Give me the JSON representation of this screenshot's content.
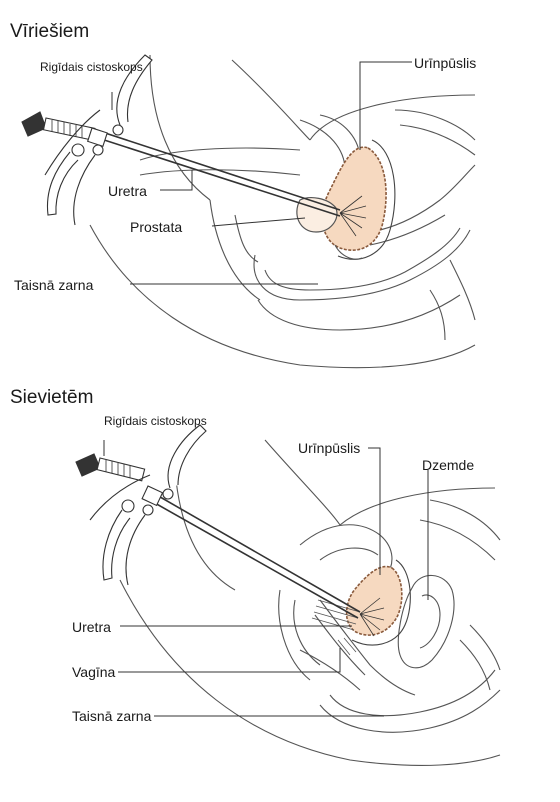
{
  "male": {
    "title": "Vīriešiem",
    "cystoscope_label": "Rigīdais cistoskops",
    "bladder": "Urīnpūslis",
    "urethra": "Uretra",
    "prostate": "Prostata",
    "rectum": "Taisnā zarna"
  },
  "female": {
    "title": "Sievietēm",
    "cystoscope_label": "Rigīdais cistoskops",
    "bladder": "Urīnpūslis",
    "uterus": "Dzemde",
    "urethra": "Uretra",
    "vagina": "Vagīna",
    "rectum": "Taisnā zarna"
  },
  "colors": {
    "line": "#555555",
    "bladder_fill": "#f6d9c0",
    "bladder_stroke": "#8a5a3c",
    "leader": "#333333"
  }
}
